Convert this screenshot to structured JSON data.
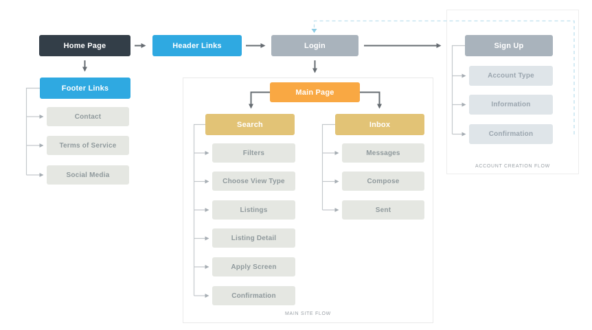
{
  "colors": {
    "node_dark": "#333E48",
    "node_blue": "#2FA9E1",
    "node_gray": "#A9B3BC",
    "node_orange": "#F9A843",
    "node_gold": "#E2C376",
    "child_bg": "#E5E7E2",
    "child_text": "#8F999C",
    "account_child_bg": "#DFE5E9",
    "account_child_text": "#9AA5AE",
    "connector_dark": "#666C72",
    "connector_light": "#B9BFC4",
    "return_path_dashed": "#BEE0EE",
    "container_border": "#E9E9E9"
  },
  "diagram": {
    "home_page": {
      "label": "Home Page"
    },
    "header_links": {
      "label": "Header Links"
    },
    "login": {
      "label": "Login"
    },
    "footer": {
      "parent": {
        "label": "Footer Links"
      },
      "children": [
        {
          "label": "Contact"
        },
        {
          "label": "Terms of Service"
        },
        {
          "label": "Social Media"
        }
      ]
    },
    "main_site_flow": {
      "label": "MAIN SITE FLOW",
      "main_page": {
        "label": "Main Page"
      },
      "search": {
        "parent": {
          "label": "Search"
        },
        "children": [
          {
            "label": "Filters"
          },
          {
            "label": "Choose View Type"
          },
          {
            "label": "Listings"
          },
          {
            "label": "Listing Detail"
          },
          {
            "label": "Apply Screen"
          },
          {
            "label": "Confirmation"
          }
        ]
      },
      "inbox": {
        "parent": {
          "label": "Inbox"
        },
        "children": [
          {
            "label": "Messages"
          },
          {
            "label": "Compose"
          },
          {
            "label": "Sent"
          }
        ]
      }
    },
    "account_creation_flow": {
      "label": "ACCOUNT CREATION FLOW",
      "sign_up": {
        "label": "Sign Up"
      },
      "children": [
        {
          "label": "Account Type"
        },
        {
          "label": "Information"
        },
        {
          "label": "Confirmation"
        }
      ]
    }
  }
}
